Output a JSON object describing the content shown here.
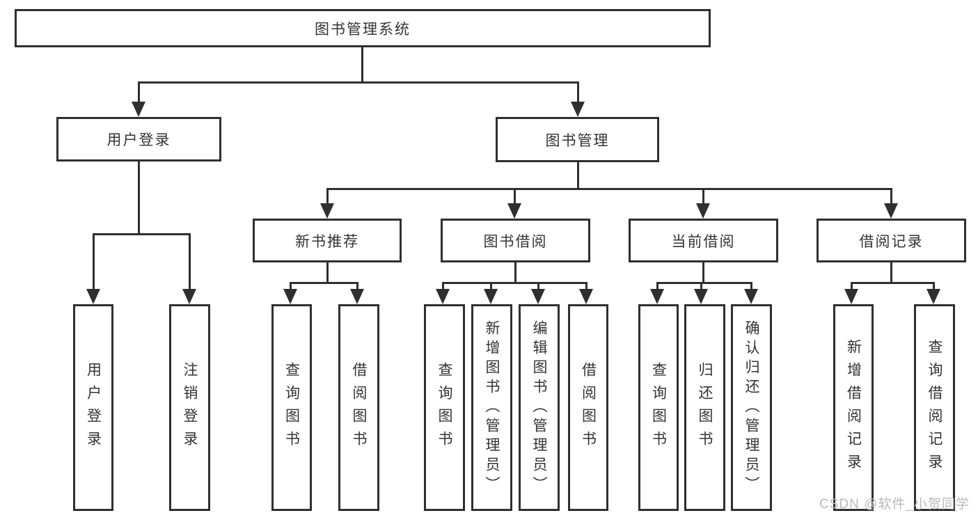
{
  "watermark": {
    "text": "CSDN @软件_小贺同学"
  },
  "colors": {
    "stroke": "#2f2f2f",
    "text": "#333333",
    "watermark": "#b9b9b9",
    "background": "#ffffff"
  },
  "diagram": {
    "type": "hierarchy-tree",
    "root": {
      "label": "图书管理系统"
    },
    "branches": [
      {
        "label": "用户登录",
        "children": [
          {
            "label": "用户登录"
          },
          {
            "label": "注销登录"
          }
        ]
      },
      {
        "label": "图书管理",
        "children": [
          {
            "label": "新书推荐",
            "children": [
              {
                "label": "查询图书"
              },
              {
                "label": "借阅图书"
              }
            ]
          },
          {
            "label": "图书借阅",
            "children": [
              {
                "label": "查询图书"
              },
              {
                "label": "新增图书（管理员）"
              },
              {
                "label": "编辑图书（管理员）"
              },
              {
                "label": "借阅图书"
              }
            ]
          },
          {
            "label": "当前借阅",
            "children": [
              {
                "label": "查询图书"
              },
              {
                "label": "归还图书"
              },
              {
                "label": "确认归还（管理员）"
              }
            ]
          },
          {
            "label": "借阅记录",
            "children": [
              {
                "label": "新增借阅记录"
              },
              {
                "label": "查询借阅记录"
              }
            ]
          }
        ]
      }
    ]
  }
}
